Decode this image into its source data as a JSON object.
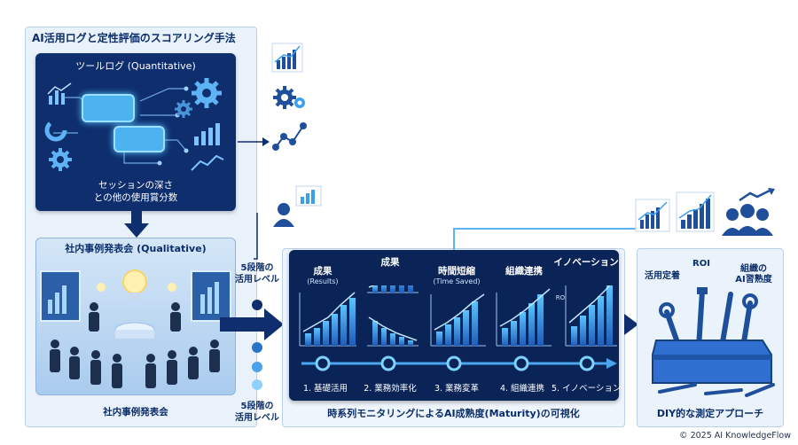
{
  "left": {
    "title": "AI活用ログと定性評価のスコアリング手法",
    "tool": {
      "title": "ツールログ (Quantitative)",
      "caption_line1": "セッションの深さ",
      "caption_line2": "との他の使用賞分数"
    },
    "qualitative": {
      "title": "社内事例発表会 (Qualitative)",
      "caption": "社内事例発表会"
    }
  },
  "middle": {
    "levels_top_line1": "5段階の",
    "levels_top_line2": "活用レベル",
    "levels_bottom_line1": "5段階の",
    "levels_bottom_line2": "活用レベル",
    "columns": [
      {
        "title": "成果",
        "sub": "(Results)"
      },
      {
        "title": "成果",
        "sub": ""
      },
      {
        "title": "時間短縮",
        "sub": "(Time Saved)"
      },
      {
        "title": "組織連携",
        "sub": ""
      },
      {
        "title": "イノベーション",
        "sub": ""
      }
    ],
    "side_tag": "ROI",
    "stages": [
      "1. 基礎活用",
      "2. 業務効率化",
      "3. 業務変革",
      "4. 組織連携",
      "5. イノベーション"
    ],
    "caption": "時系列モニタリングによるAI成熟度(Maturity)の可視化"
  },
  "right": {
    "label_usage": "活用定着",
    "label_roi": "ROI",
    "label_org_line1": "組織の",
    "label_org_line2": "AI習熟度",
    "caption": "DIY的な測定アプローチ"
  },
  "footer": {
    "copyright": "© 2025 AI KnowledgeFlow"
  },
  "colors": {
    "navy": "#0b2458",
    "accent": "#4db3f0",
    "arrow": "#0e2e6e"
  }
}
